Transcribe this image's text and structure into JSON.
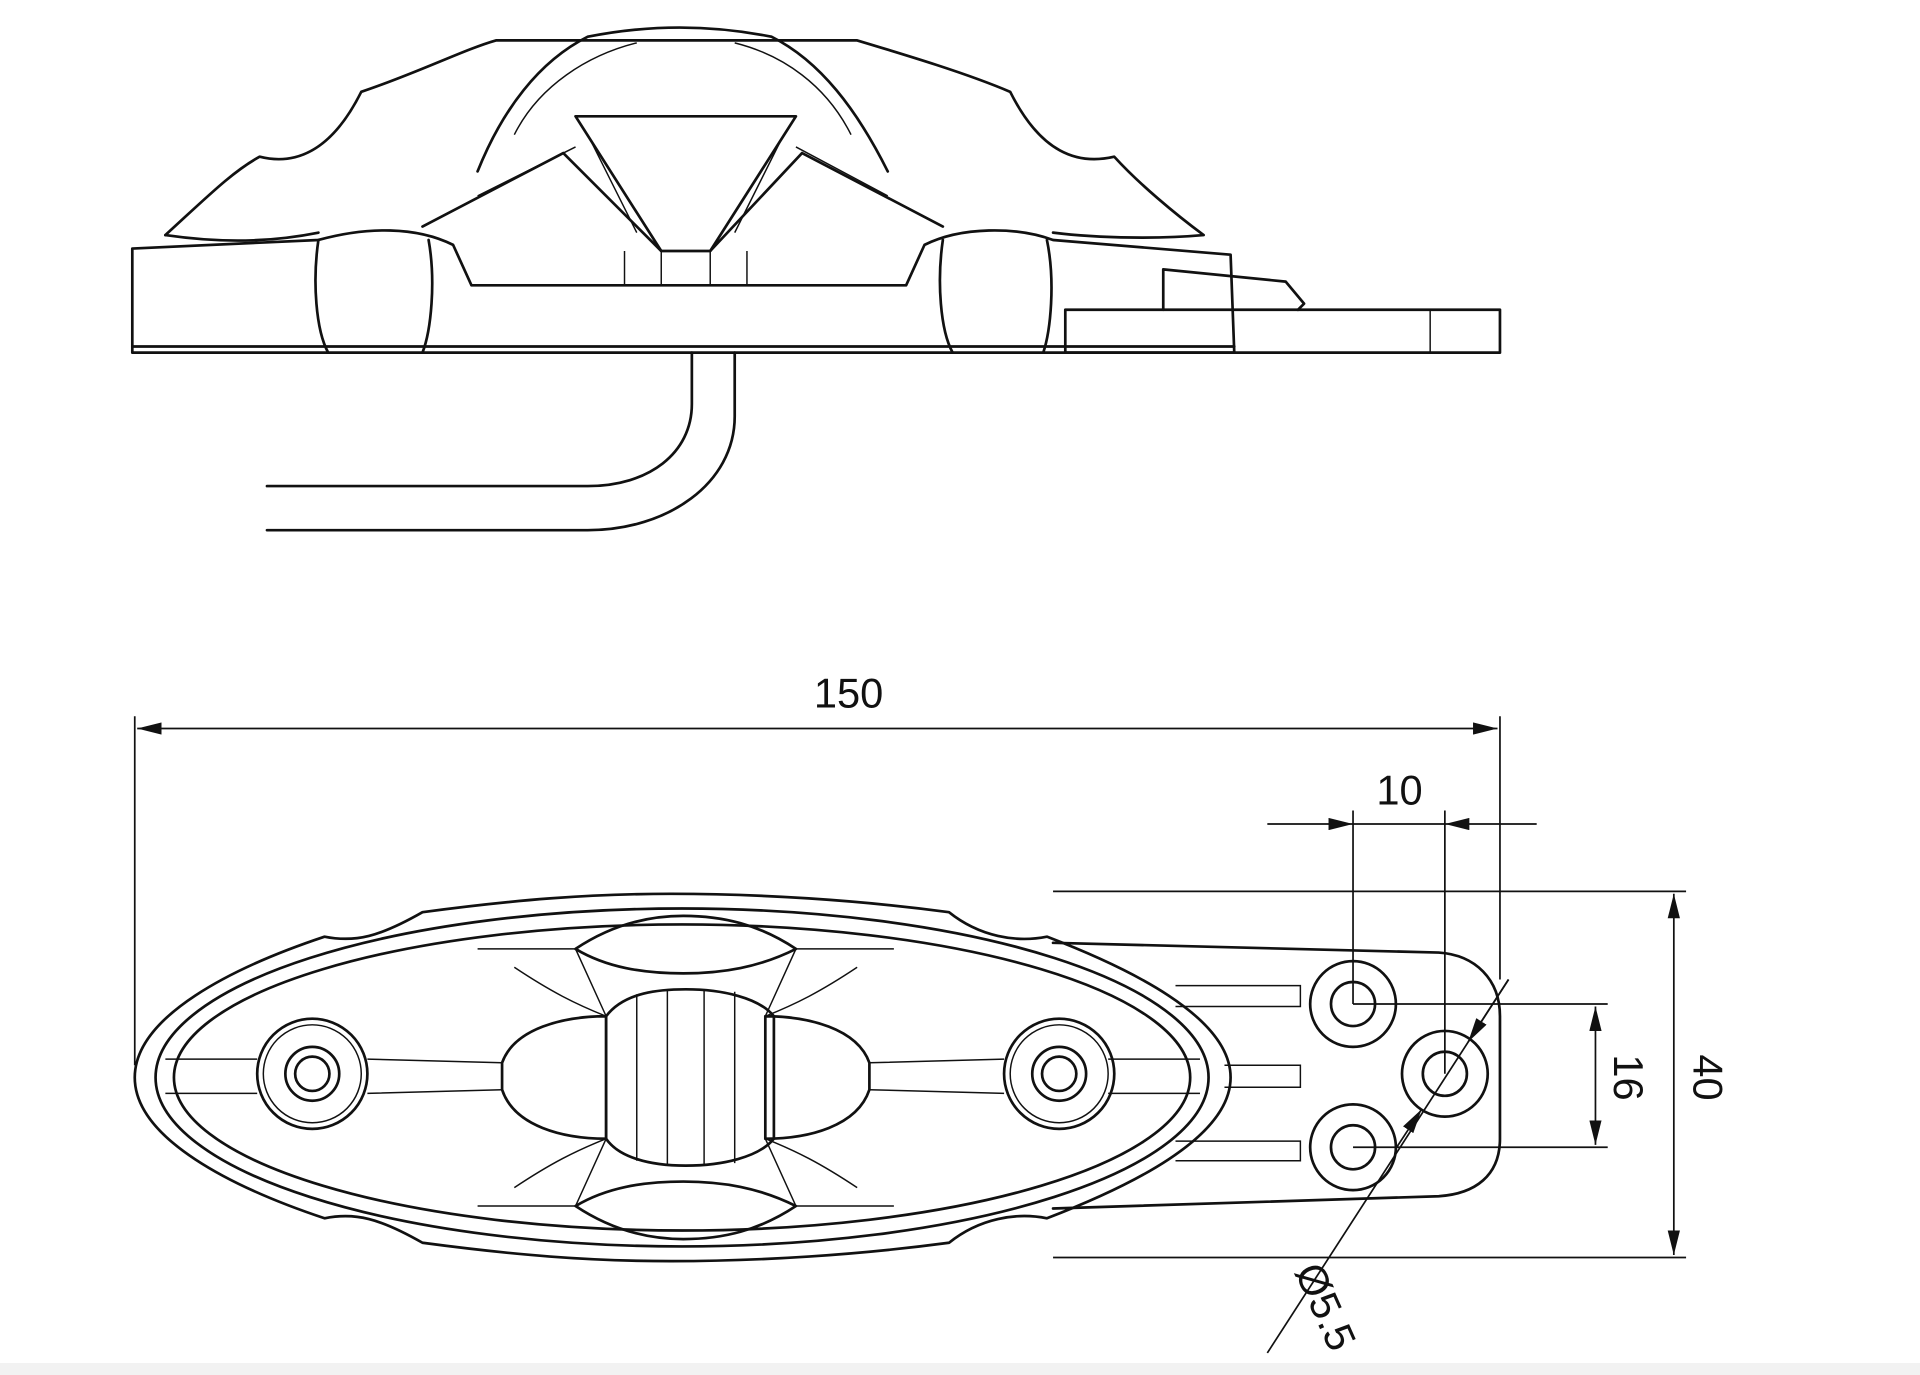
{
  "drawing": {
    "dimensions": {
      "overall_length": "150",
      "hole_spacing_horizontal": "10",
      "hole_spacing_vertical": "16",
      "overall_width": "40",
      "hole_diameter": "Ø5.5"
    }
  }
}
